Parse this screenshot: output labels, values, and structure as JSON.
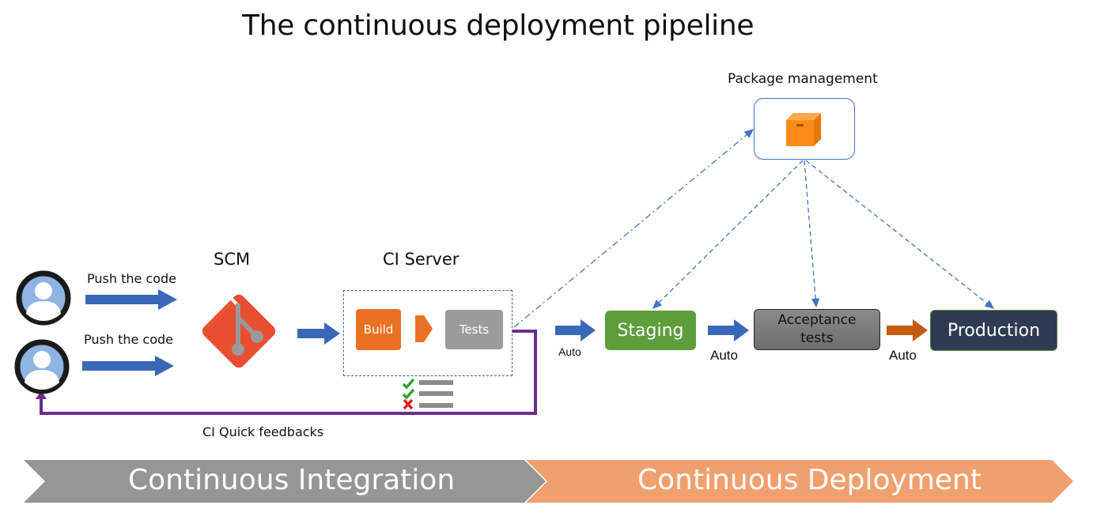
{
  "title": "The continuous deployment pipeline",
  "labels": {
    "package_management": "Package management",
    "scm": "SCM",
    "ci_server": "CI Server",
    "push_1": "Push the code",
    "push_2": "Push the code",
    "feedback": "CI Quick feedbacks",
    "auto_1": "Auto",
    "auto_2": "Auto",
    "auto_3": "Auto"
  },
  "stages": {
    "build": "Build",
    "tests": "Tests",
    "staging": "Staging",
    "acceptance": "Acceptance tests",
    "production": "Production"
  },
  "banner": {
    "ci": "Continuous Integration",
    "cd": "Continuous Deployment"
  },
  "checklist": [
    "pass",
    "pass",
    "fail"
  ],
  "icons": {
    "developer": "user-avatar-icon",
    "scm": "git-logo-icon",
    "package": "package-box-icon"
  },
  "colors": {
    "arrow_blue": "#3a68b8",
    "arrow_orange": "#c55a11",
    "feedback_purple": "#6a2c91",
    "staging_green": "#5e9e3a",
    "production_navy": "#2e3b52",
    "ci_gray": "#969696",
    "cd_orange": "#f0a06e",
    "git_red": "#e94e31"
  }
}
